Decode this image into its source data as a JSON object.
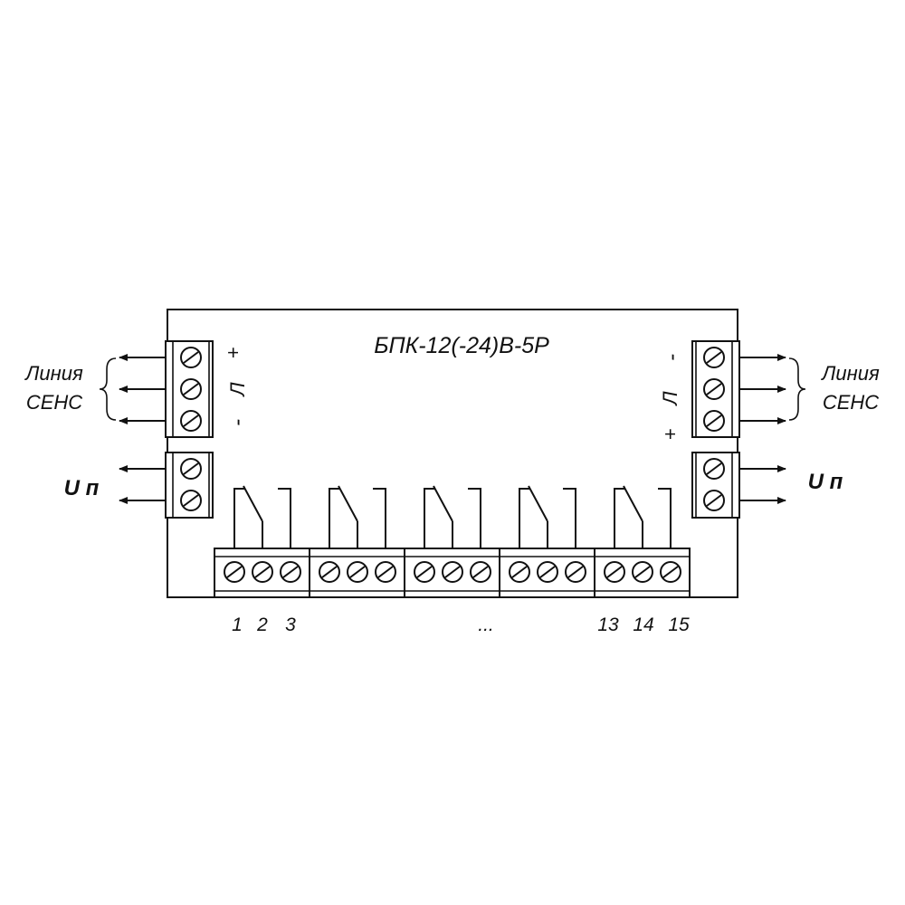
{
  "device": {
    "title": "БПК-12(-24)В-5Р"
  },
  "left": {
    "line_label_1": "Линия",
    "line_label_2": "СЕНС",
    "plus": "+",
    "line_letter": "Л",
    "minus": "-",
    "power_label": "U п"
  },
  "right": {
    "line_label_1": "Линия",
    "line_label_2": "СЕНС",
    "plus": "+",
    "line_letter": "Л",
    "minus": "-",
    "power_label": "U п"
  },
  "terminals": {
    "first": [
      "1",
      "2",
      "3"
    ],
    "ellipsis": "...",
    "last": [
      "13",
      "14",
      "15"
    ]
  },
  "relay_count": 5
}
